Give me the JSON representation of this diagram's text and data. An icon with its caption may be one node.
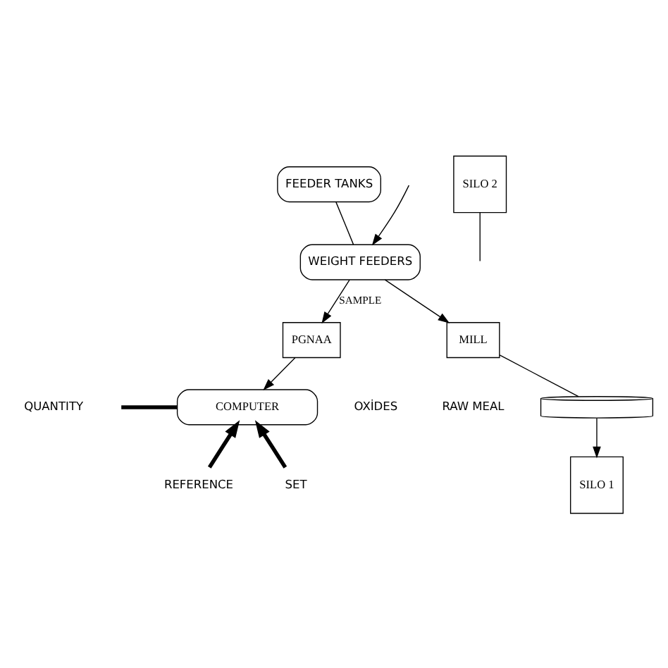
{
  "diagram": {
    "nodes": [
      {
        "text": [
          "FEEDER TANKS"
        ]
      },
      {
        "text": [
          "WEIGHT FEEDERS"
        ]
      },
      {
        "text": [
          "PGNAA"
        ]
      },
      {
        "text": [
          "MILL"
        ]
      },
      {
        "text": [],
        "shape": "cylinder"
      },
      {
        "text": [
          "SILO 1"
        ]
      },
      {
        "text": [
          "SILO 2"
        ]
      },
      {
        "text": [
          "COMPUTER"
        ]
      },
      {
        "text": [
          "SET"
        ]
      },
      {
        "text": [
          "REFERENCE"
        ]
      }
    ],
    "edges": [
      {
        "from": 0,
        "to": 1,
        "arrow": "none"
      },
      {
        "from": null,
        "to": 1,
        "arrow": "to"
      },
      {
        "from": 1,
        "to": 2,
        "arrow": "to",
        "label": "SAMPLE"
      },
      {
        "from": 1,
        "to": 3,
        "arrow": "to"
      },
      {
        "from": 3,
        "to": 4,
        "arrow": "none"
      },
      {
        "from": 4,
        "to": 5,
        "arrow": "to"
      },
      {
        "from": 6,
        "to": null,
        "arrow": "none"
      },
      {
        "from": 2,
        "to": 7,
        "arrow": "to"
      },
      {
        "from": null,
        "to": 7,
        "arrow": "none",
        "style": "thick"
      },
      {
        "from": 8,
        "to": 7,
        "arrow": "to",
        "style": "thick"
      },
      {
        "from": 9,
        "to": 7,
        "arrow": "to",
        "style": "thick"
      }
    ],
    "labels": [
      "RAW MEAL",
      "OXİDES",
      "QUANTITY"
    ]
  }
}
